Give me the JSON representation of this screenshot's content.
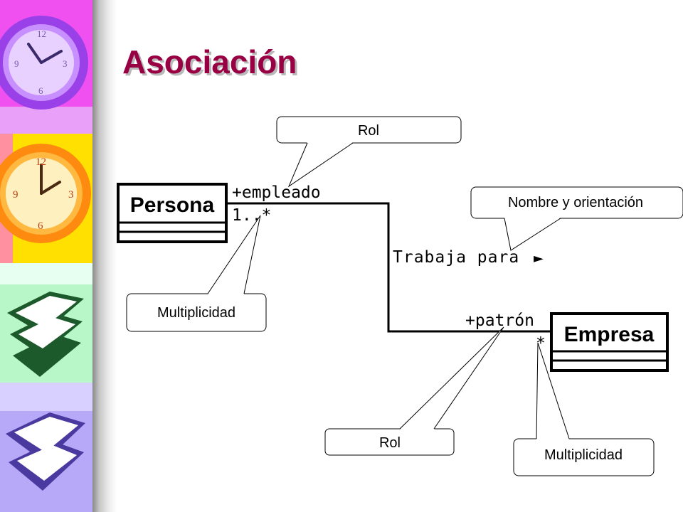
{
  "slide": {
    "title": "Asociación",
    "title_color": "#990044"
  },
  "sidebar": {
    "panels": [
      {
        "name": "purple-clock-panel",
        "color": "#cc44ee"
      },
      {
        "name": "orange-clock-panel",
        "color": "#ff9900"
      },
      {
        "name": "green-books-panel",
        "color": "#66dd88"
      },
      {
        "name": "lavender-books-panel",
        "color": "#aa99ee"
      }
    ]
  },
  "diagram": {
    "classes": {
      "persona": "Persona",
      "empresa": "Empresa"
    },
    "association": {
      "name": "Trabaja para",
      "direction_glyph": "►",
      "role_left": "+empleado",
      "multiplicity_left": "1..*",
      "role_right": "+patrón",
      "multiplicity_right": "*"
    },
    "callouts": {
      "rol_top": "Rol",
      "nombre_orientacion": "Nombre y orientación",
      "multiplicidad_left": "Multiplicidad",
      "rol_bottom": "Rol",
      "multiplicidad_right": "Multiplicidad"
    }
  }
}
